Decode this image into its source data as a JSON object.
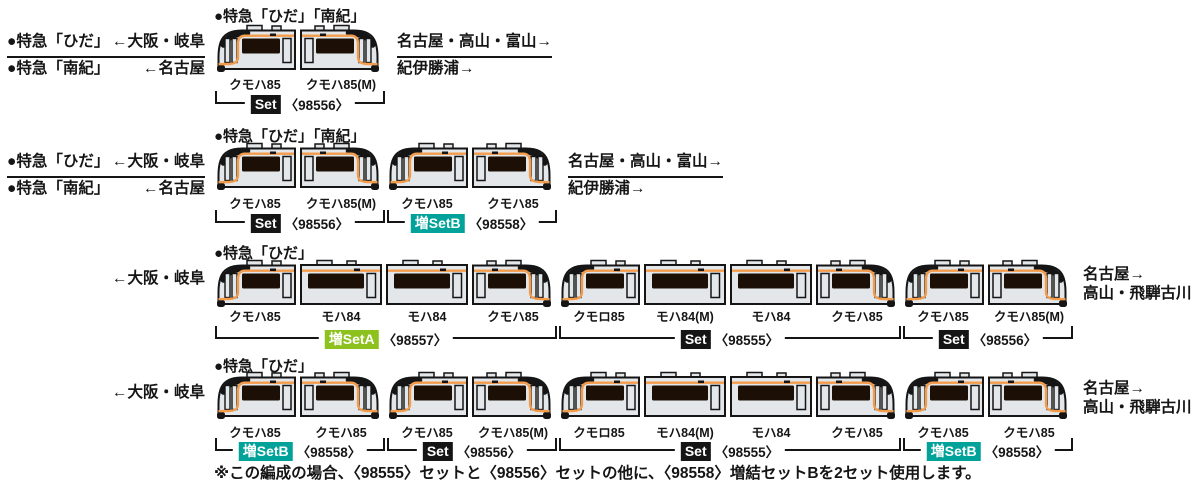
{
  "colors": {
    "orange": "#f39c4c",
    "car_body": "#e3e7ea",
    "car_window": "#1c1006",
    "line_black": "#151515",
    "badge_black": "#151515",
    "badge_green": "#8dc21e",
    "badge_teal": "#00a299"
  },
  "note": "※この編成の場合、〈98555〉セットと〈98556〉セットの他に、〈98558〉増結セットBを2セット使用します。",
  "rows": [
    {
      "header": "●特急「ひだ」「南紀」",
      "left": {
        "type": "dual",
        "lines": [
          {
            "service": "●特急「ひだ」",
            "dest": "←大阪・岐阜",
            "underline": true
          },
          {
            "service": "●特急「南紀」",
            "dest": "←名古屋",
            "underline": false
          }
        ]
      },
      "right": {
        "lines": [
          {
            "text": "名古屋・高山・富山→",
            "underline": true
          },
          {
            "text": "紀伊勝浦→",
            "underline": false
          }
        ]
      },
      "cars": [
        {
          "label": "クモハ85",
          "type": "cabL"
        },
        {
          "label": "クモハ85(M)",
          "type": "cabR"
        }
      ],
      "groups": [
        {
          "badge": "Set",
          "color": "badge_black",
          "number": "〈98556〉",
          "from": 0,
          "to": 1
        }
      ]
    },
    {
      "header": "●特急「ひだ」「南紀」",
      "left": {
        "type": "dual",
        "lines": [
          {
            "service": "●特急「ひだ」",
            "dest": "←大阪・岐阜",
            "underline": true
          },
          {
            "service": "●特急「南紀」",
            "dest": "←名古屋",
            "underline": false
          }
        ]
      },
      "right": {
        "lines": [
          {
            "text": "名古屋・高山・富山→",
            "underline": true
          },
          {
            "text": "紀伊勝浦→",
            "underline": false
          }
        ]
      },
      "cars": [
        {
          "label": "クモハ85",
          "type": "cabL"
        },
        {
          "label": "クモハ85(M)",
          "type": "cabR"
        },
        {
          "label": "クモハ85",
          "type": "cabL"
        },
        {
          "label": "クモハ85",
          "type": "cabR"
        }
      ],
      "groups": [
        {
          "badge": "Set",
          "color": "badge_black",
          "number": "〈98556〉",
          "from": 0,
          "to": 1
        },
        {
          "badge": "増SetB",
          "color": "badge_teal",
          "number": "〈98558〉",
          "from": 2,
          "to": 3
        }
      ]
    },
    {
      "header": "●特急「ひだ」",
      "left": {
        "type": "single",
        "text": "←大阪・岐阜"
      },
      "right": {
        "lines": [
          {
            "text": "名古屋→",
            "underline": false
          },
          {
            "text": "高山・飛騨古川",
            "underline": false
          }
        ]
      },
      "cars": [
        {
          "label": "クモハ85",
          "type": "cabL"
        },
        {
          "label": "モハ84",
          "type": "mid"
        },
        {
          "label": "モハ84",
          "type": "mid"
        },
        {
          "label": "クモハ85",
          "type": "cabR"
        },
        {
          "label": "クモロ85",
          "type": "cabL"
        },
        {
          "label": "モハ84(M)",
          "type": "mid"
        },
        {
          "label": "モハ84",
          "type": "mid"
        },
        {
          "label": "クモハ85",
          "type": "cabR"
        },
        {
          "label": "クモハ85",
          "type": "cabL"
        },
        {
          "label": "クモハ85(M)",
          "type": "cabR"
        }
      ],
      "groups": [
        {
          "badge": "増SetA",
          "color": "badge_green",
          "number": "〈98557〉",
          "from": 0,
          "to": 3
        },
        {
          "badge": "Set",
          "color": "badge_black",
          "number": "〈98555〉",
          "from": 4,
          "to": 7
        },
        {
          "badge": "Set",
          "color": "badge_black",
          "number": "〈98556〉",
          "from": 8,
          "to": 9
        }
      ]
    },
    {
      "header": "●特急「ひだ」",
      "left": {
        "type": "single",
        "text": "←大阪・岐阜"
      },
      "right": {
        "lines": [
          {
            "text": "名古屋→",
            "underline": false
          },
          {
            "text": "高山・飛騨古川",
            "underline": false
          }
        ]
      },
      "cars": [
        {
          "label": "クモハ85",
          "type": "cabL"
        },
        {
          "label": "クモハ85",
          "type": "cabR"
        },
        {
          "label": "クモハ85",
          "type": "cabL"
        },
        {
          "label": "クモハ85(M)",
          "type": "cabR"
        },
        {
          "label": "クモロ85",
          "type": "cabL"
        },
        {
          "label": "モハ84(M)",
          "type": "mid"
        },
        {
          "label": "モハ84",
          "type": "mid"
        },
        {
          "label": "クモハ85",
          "type": "cabR"
        },
        {
          "label": "クモハ85",
          "type": "cabL"
        },
        {
          "label": "クモハ85",
          "type": "cabR"
        }
      ],
      "groups": [
        {
          "badge": "増SetB",
          "color": "badge_teal",
          "number": "〈98558〉",
          "from": 0,
          "to": 1
        },
        {
          "badge": "Set",
          "color": "badge_black",
          "number": "〈98556〉",
          "from": 2,
          "to": 3
        },
        {
          "badge": "Set",
          "color": "badge_black",
          "number": "〈98555〉",
          "from": 4,
          "to": 7
        },
        {
          "badge": "増SetB",
          "color": "badge_teal",
          "number": "〈98558〉",
          "from": 8,
          "to": 9
        }
      ]
    }
  ]
}
